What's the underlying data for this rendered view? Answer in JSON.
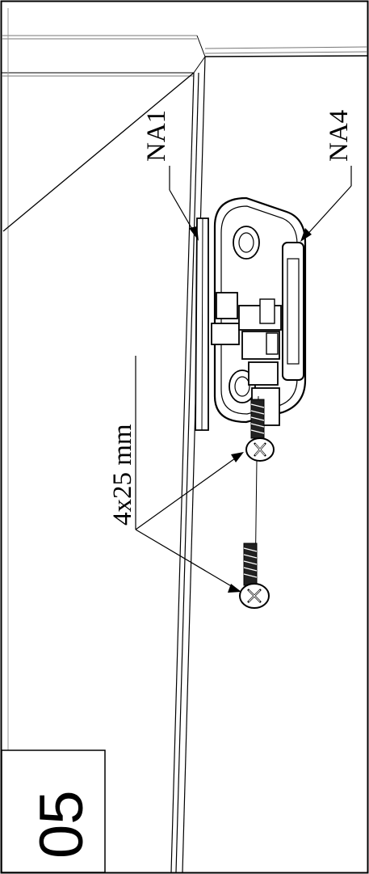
{
  "step_number": "05",
  "labels": {
    "part_a": "NA1",
    "part_b": "NA4",
    "screw_spec": "4x25 mm"
  }
}
